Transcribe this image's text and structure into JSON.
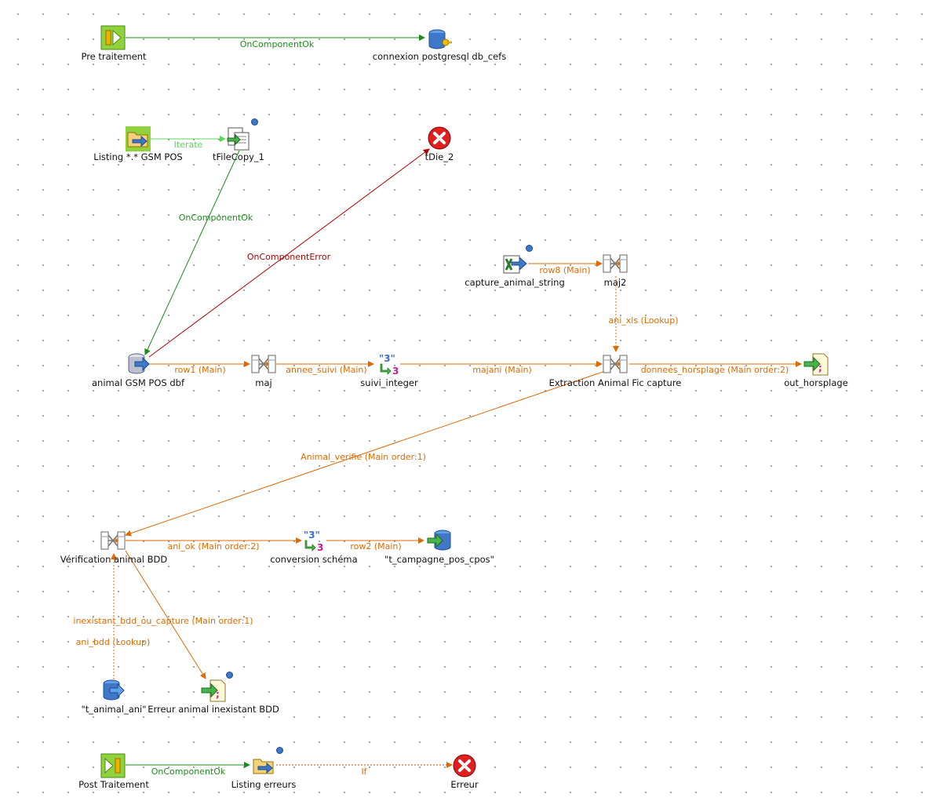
{
  "colors": {
    "main_link": "#e06a00",
    "trigger_link": "#1a8c1a",
    "error_link": "#b00000",
    "iterate_link": "#5fd45f",
    "node_label": "#111111"
  },
  "components": {
    "pre_traitement": {
      "label": "Pre traitement",
      "icon": "prejob-start-icon"
    },
    "connexion_db": {
      "label": "connexion postgresql db_cefs",
      "icon": "db-connection-icon"
    },
    "listing_gsm": {
      "label": "Listing *.* GSM POS",
      "icon": "file-list-icon"
    },
    "tfilecopy": {
      "label": "tFileCopy_1",
      "icon": "file-copy-icon"
    },
    "tdie": {
      "label": "tDie_2",
      "icon": "die-error-icon"
    },
    "capture_animal": {
      "label": "capture_animal_string",
      "icon": "excel-input-icon"
    },
    "maj2": {
      "label": "maj2",
      "icon": "tmap-icon"
    },
    "animal_dbf": {
      "label": "animal GSM POS dbf",
      "icon": "dbf-input-icon"
    },
    "maj": {
      "label": "maj",
      "icon": "tmap-icon"
    },
    "suivi_integer": {
      "label": "suivi_integer",
      "icon": "convert-type-icon"
    },
    "extraction": {
      "label": "Extraction Animal Fic capture",
      "icon": "tmap-icon"
    },
    "out_horsplage": {
      "label": "out_horsplage",
      "icon": "file-output-icon"
    },
    "verification": {
      "label": "Vérification animal BDD",
      "icon": "tmap-icon"
    },
    "conversion": {
      "label": "conversion schéma",
      "icon": "convert-type-icon"
    },
    "t_campagne": {
      "label": "\"t_campagne_pos_cpos\"",
      "icon": "db-output-icon"
    },
    "t_animal_ani": {
      "label": "\"t_animal_ani\"",
      "icon": "db-input-icon"
    },
    "erreur_animal": {
      "label": "Erreur animal inexistant BDD",
      "icon": "file-output-icon"
    },
    "post_traitement": {
      "label": "Post Traitement",
      "icon": "postjob-start-icon"
    },
    "listing_erreurs": {
      "label": "Listing erreurs",
      "icon": "file-list-icon"
    },
    "erreur": {
      "label": "Erreur",
      "icon": "die-error-icon"
    }
  },
  "links": {
    "pre_to_connexion": "OnComponentOk",
    "listing_iterate": "Iterate",
    "copy_ok": "OnComponentOk",
    "dbf_error": "OnComponentError",
    "row8": "row8 (Main)",
    "ani_xls": "ani_xls (Lookup)",
    "row1": "row1 (Main)",
    "annee_suivi": "annee_suivi (Main)",
    "majani": "majani (Main)",
    "horsplage": "donnees_horsplage (Main order:2)",
    "animal_verifie": "Animal_verifie (Main order:1)",
    "ani_ok": "ani_ok (Main order:2)",
    "row2": "row2 (Main)",
    "inexistant": "inexistant_bdd_ou_capture (Main order:1)",
    "ani_bdd": "ani_bdd (Lookup)",
    "post_ok": "OnComponentOk",
    "if": "If"
  }
}
